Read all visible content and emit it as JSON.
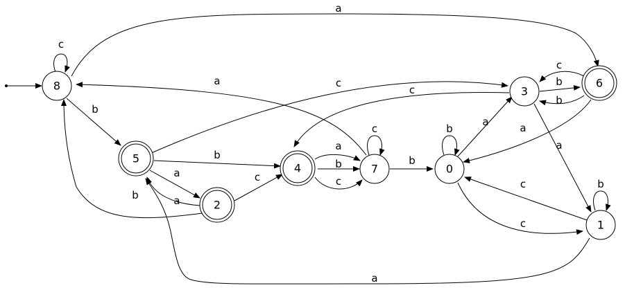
{
  "states": [
    {
      "id": "8",
      "label": "8",
      "accepting": false,
      "initial": true
    },
    {
      "id": "5",
      "label": "5",
      "accepting": true,
      "initial": false
    },
    {
      "id": "2",
      "label": "2",
      "accepting": true,
      "initial": false
    },
    {
      "id": "4",
      "label": "4",
      "accepting": true,
      "initial": false
    },
    {
      "id": "7",
      "label": "7",
      "accepting": false,
      "initial": false
    },
    {
      "id": "0",
      "label": "0",
      "accepting": false,
      "initial": false
    },
    {
      "id": "3",
      "label": "3",
      "accepting": false,
      "initial": false
    },
    {
      "id": "6",
      "label": "6",
      "accepting": true,
      "initial": false
    },
    {
      "id": "1",
      "label": "1",
      "accepting": false,
      "initial": false
    }
  ],
  "transitions": [
    {
      "from": "8",
      "to": "8",
      "label": "c"
    },
    {
      "from": "8",
      "to": "6",
      "label": "a"
    },
    {
      "from": "8",
      "to": "5",
      "label": "b"
    },
    {
      "from": "7",
      "to": "8",
      "label": "a"
    },
    {
      "from": "5",
      "to": "3",
      "label": "c"
    },
    {
      "from": "3",
      "to": "4",
      "label": "c"
    },
    {
      "from": "5",
      "to": "4",
      "label": "b"
    },
    {
      "from": "5",
      "to": "2",
      "label": "a"
    },
    {
      "from": "2",
      "to": "5",
      "label": "a"
    },
    {
      "from": "2",
      "to": "8",
      "label": "b"
    },
    {
      "from": "2",
      "to": "4",
      "label": "c"
    },
    {
      "from": "4",
      "to": "7",
      "label": "a"
    },
    {
      "from": "4",
      "to": "7",
      "label": "b"
    },
    {
      "from": "4",
      "to": "7",
      "label": "c"
    },
    {
      "from": "7",
      "to": "7",
      "label": "c"
    },
    {
      "from": "7",
      "to": "0",
      "label": "b"
    },
    {
      "from": "0",
      "to": "0",
      "label": "b"
    },
    {
      "from": "0",
      "to": "3",
      "label": "a"
    },
    {
      "from": "0",
      "to": "1",
      "label": "c"
    },
    {
      "from": "3",
      "to": "6",
      "label": "b"
    },
    {
      "from": "6",
      "to": "3",
      "label": "c"
    },
    {
      "from": "6",
      "to": "3",
      "label": "b"
    },
    {
      "from": "6",
      "to": "0",
      "label": "a"
    },
    {
      "from": "3",
      "to": "1",
      "label": "a"
    },
    {
      "from": "1",
      "to": "1",
      "label": "b"
    },
    {
      "from": "1",
      "to": "0",
      "label": "c"
    },
    {
      "from": "1",
      "to": "5",
      "label": "a"
    }
  ]
}
